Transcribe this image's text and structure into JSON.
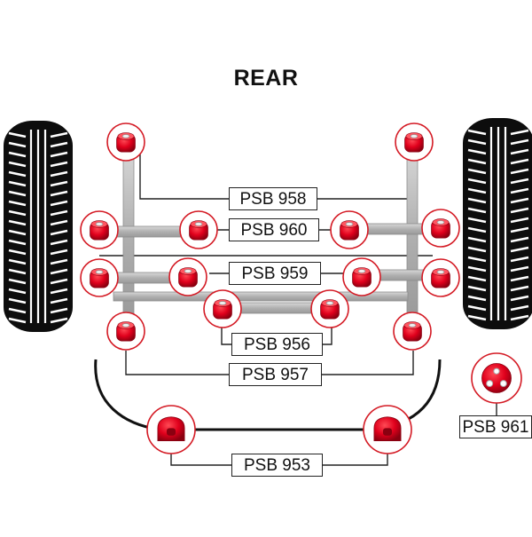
{
  "title": "REAR",
  "parts": [
    {
      "id": "psb958",
      "label": "PSB 958"
    },
    {
      "id": "psb960",
      "label": "PSB 960"
    },
    {
      "id": "psb959",
      "label": "PSB 959"
    },
    {
      "id": "psb956",
      "label": "PSB 956"
    },
    {
      "id": "psb957",
      "label": "PSB 957"
    },
    {
      "id": "psb953",
      "label": "PSB 953"
    },
    {
      "id": "psb961",
      "label": "PSB 961"
    }
  ],
  "colors": {
    "bush_red": "#e0001c",
    "bush_dark": "#8a0010",
    "ring": "#d41a24",
    "frame": "#bfbfbf",
    "tyre": "#0d0d0d",
    "line": "#222222"
  }
}
